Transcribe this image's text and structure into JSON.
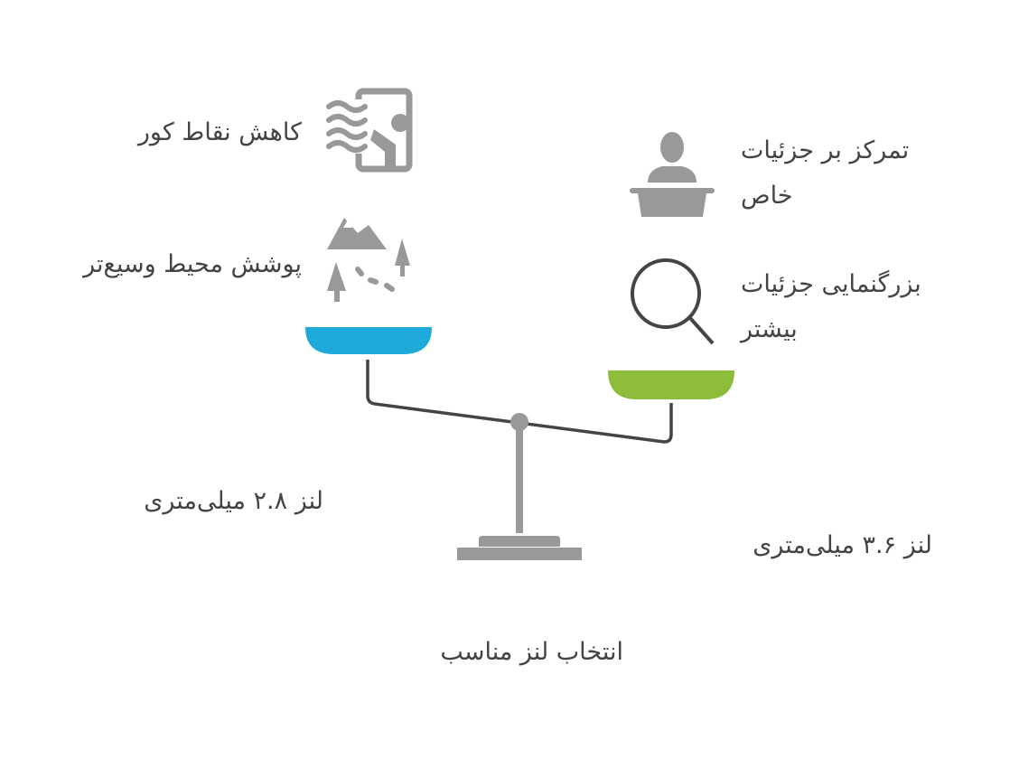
{
  "title": "انتخاب لنز مناسب",
  "left": {
    "lens_label": "لنز ۲.۸ میلی‌متری",
    "benefits": [
      "کاهش نقاط کور",
      "پوشش محیط وسیع‌تر"
    ],
    "icons": [
      "blind-spot-icon",
      "landscape-icon"
    ],
    "color": "#1eaad9"
  },
  "right": {
    "lens_label": "لنز ۳.۶ میلی‌متری",
    "benefits": [
      [
        "تمرکز بر جزئیات",
        "خاص"
      ],
      [
        "بزرگنمایی جزئیات",
        "بیشتر"
      ]
    ],
    "icons": [
      "presenter-icon",
      "magnifier-icon"
    ],
    "color": "#8dbb3a"
  }
}
